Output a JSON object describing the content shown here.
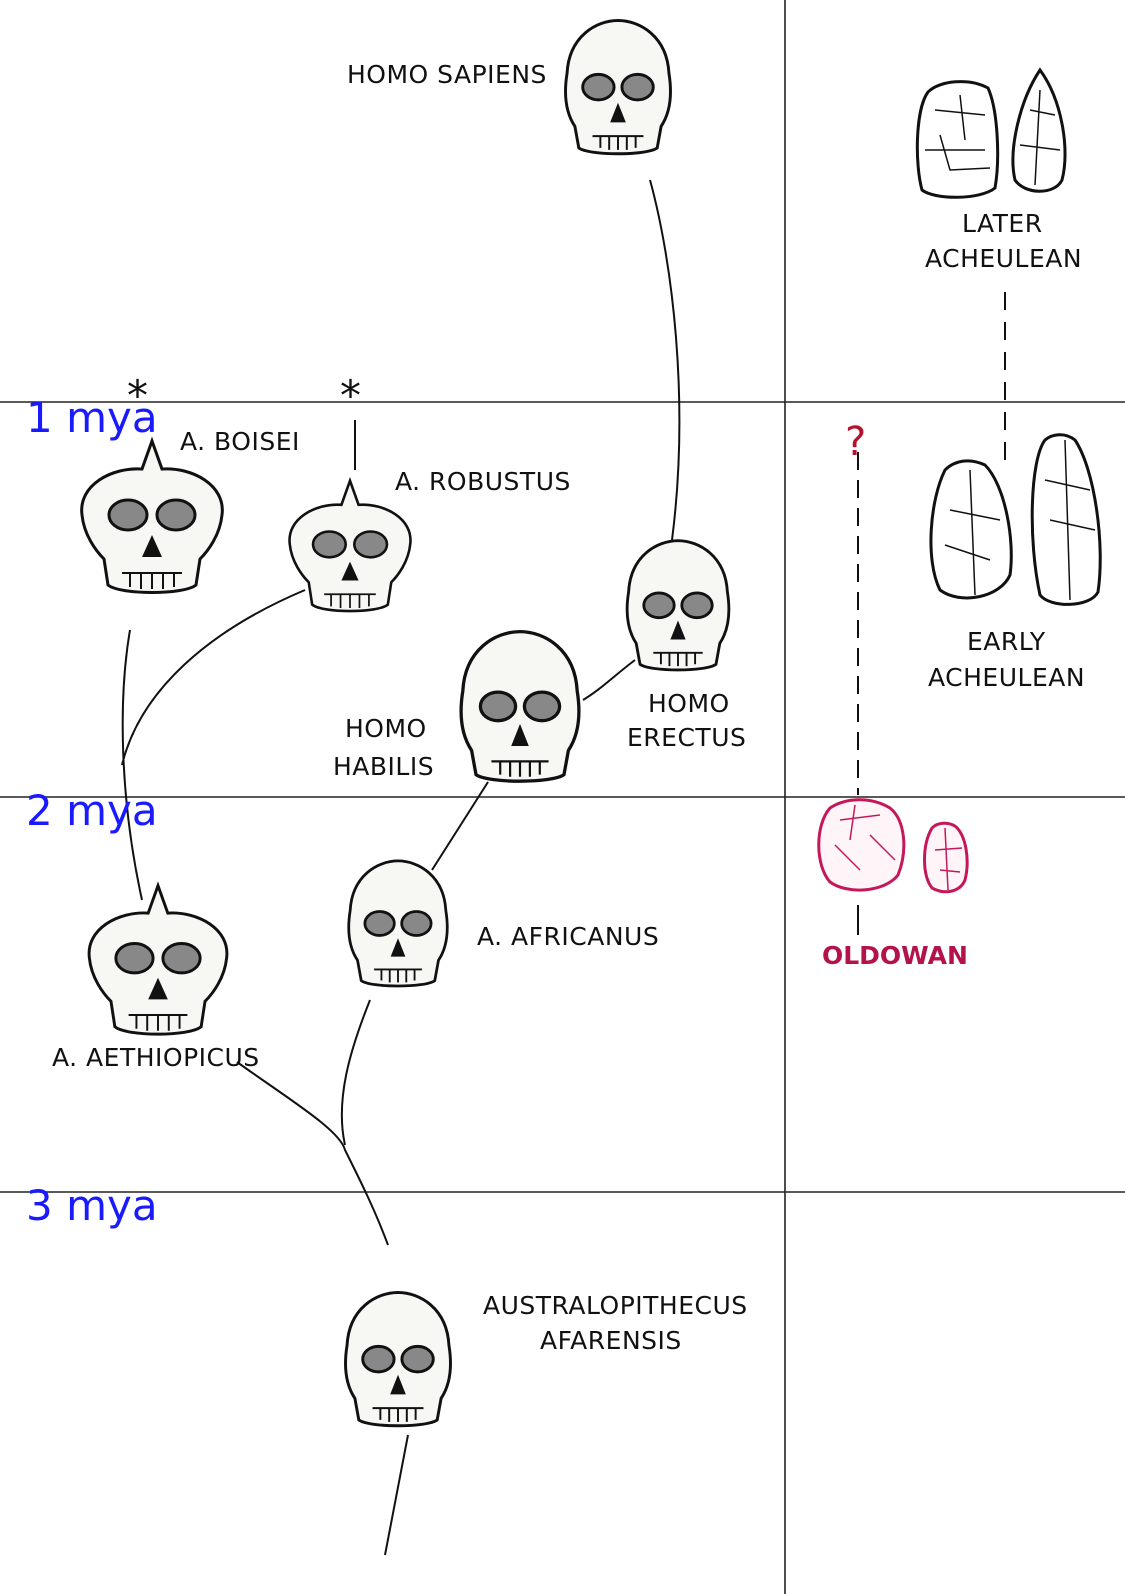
{
  "time_markers": {
    "one": "1 mya",
    "two": "2 mya",
    "three": "3 mya"
  },
  "species": {
    "homo_sapiens": "HOMO SAPIENS",
    "a_boisei": "A. BOISEI",
    "a_robustus": "A. ROBUSTUS",
    "homo_erectus_line1": "HOMO",
    "homo_erectus_line2": "ERECTUS",
    "homo_habilis_line1": "HOMO",
    "homo_habilis_line2": "HABILIS",
    "a_africanus": "A. AFRICANUS",
    "a_aethiopicus": "A. AETHIOPICUS",
    "afarensis_line1": "AUSTRALOPITHECUS",
    "afarensis_line2": "AFARENSIS"
  },
  "tools": {
    "later_line1": "LATER",
    "later_line2": "ACHEULEAN",
    "early_line1": "EARLY",
    "early_line2": "ACHEULEAN",
    "oldowan": "OLDOWAN",
    "question_mark": "?"
  },
  "extinct_marker": "*",
  "colors": {
    "time_marker": "#1a1aff",
    "oldowan": "#b3124a",
    "question_mark": "#b5122d"
  }
}
